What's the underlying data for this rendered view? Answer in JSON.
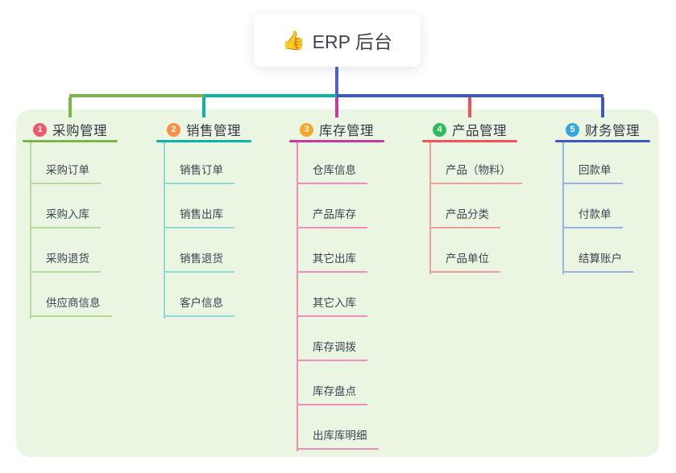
{
  "root": {
    "icon": "👍",
    "label": "ERP 后台"
  },
  "panel_color": "#eaf6e2",
  "connectors": {
    "stem_color": "#5263c8"
  },
  "branches": [
    {
      "badge": "1",
      "title": "采购管理",
      "color": "#7ab648",
      "badge_color": "#f0566e",
      "tint": "#b5dc94",
      "children": [
        "采购订单",
        "采购入库",
        "采购退货",
        "供应商信息"
      ]
    },
    {
      "badge": "2",
      "title": "销售管理",
      "color": "#0cb3ab",
      "badge_color": "#fb8f4a",
      "tint": "#8ed9d3",
      "children": [
        "销售订单",
        "销售出库",
        "销售退货",
        "客户信息"
      ]
    },
    {
      "badge": "3",
      "title": "库存管理",
      "color": "#ca39a1",
      "badge_color": "#f6a52d",
      "tint": "#f48cbe",
      "children": [
        "仓库信息",
        "产品库存",
        "其它出库",
        "其它入库",
        "库存调拨",
        "库存盘点",
        "出库库明细"
      ]
    },
    {
      "badge": "4",
      "title": "产品管理",
      "color": "#f25355",
      "badge_color": "#2dbd59",
      "tint": "#f79d97",
      "children": [
        "产品（物料）",
        "产品分类",
        "产品单位"
      ]
    },
    {
      "badge": "5",
      "title": "财务管理",
      "color": "#3f57c5",
      "badge_color": "#36a6de",
      "tint": "#9bb0e6",
      "children": [
        "回款单",
        "付款单",
        "结算账户"
      ]
    }
  ]
}
